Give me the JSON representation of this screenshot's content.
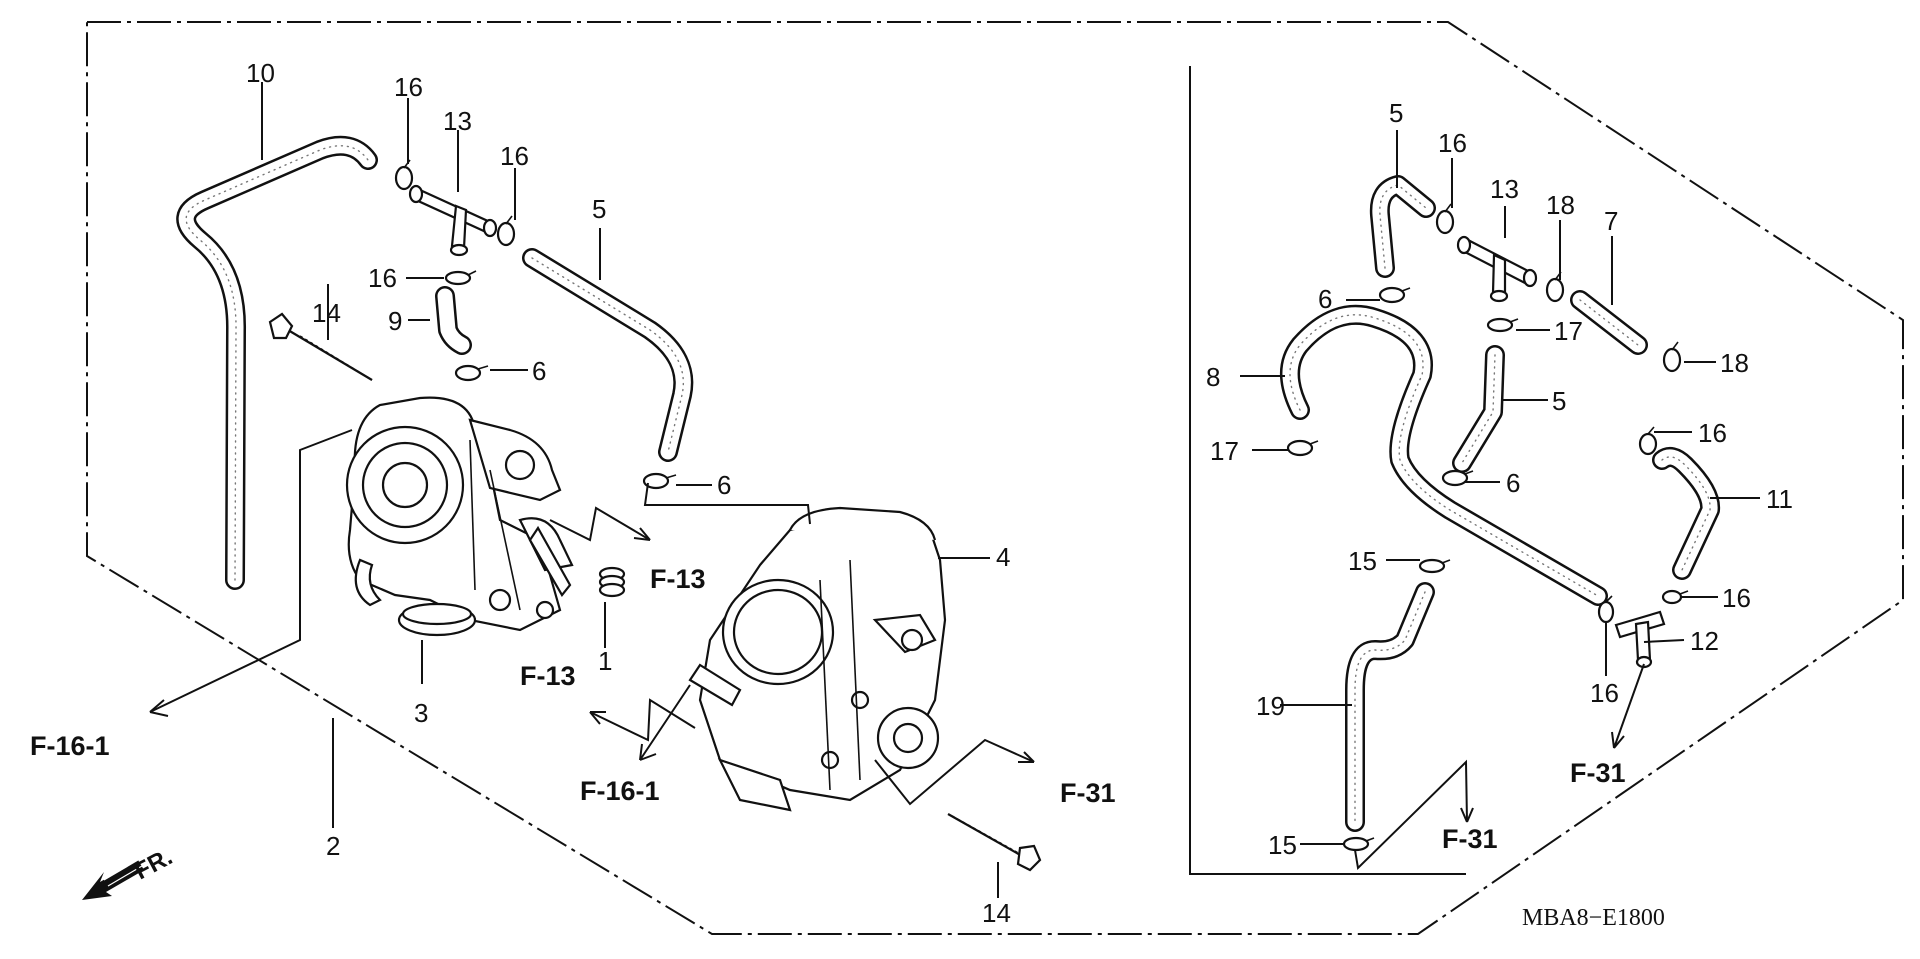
{
  "diagram": {
    "part_numbers": {
      "p10": "10",
      "p16a": "16",
      "p13a": "13",
      "p16b": "16",
      "p5a": "5",
      "p16c": "16",
      "p14a": "14",
      "p9": "9",
      "p6a": "6",
      "p6b": "6",
      "p4": "4",
      "p1": "1",
      "p3": "3",
      "p2": "2",
      "p14b": "14",
      "p5b": "5",
      "p16d": "16",
      "p13b": "13",
      "p18a": "18",
      "p7": "7",
      "p6c": "6",
      "p17a": "17",
      "p18b": "18",
      "p8": "8",
      "p5c": "5",
      "p16e": "16",
      "p17b": "17",
      "p6d": "6",
      "p11": "11",
      "p15a": "15",
      "p16f": "16",
      "p12": "12",
      "p16g": "16",
      "p19": "19",
      "p15b": "15"
    },
    "references": {
      "f13a": "F-13",
      "f13b": "F-13",
      "f161a": "F-16-1",
      "f161b": "F-16-1",
      "f31a": "F-31",
      "f31b": "F-31",
      "f31c": "F-31"
    },
    "direction_label": "FR.",
    "diagram_code": "MBA8−E1800"
  }
}
